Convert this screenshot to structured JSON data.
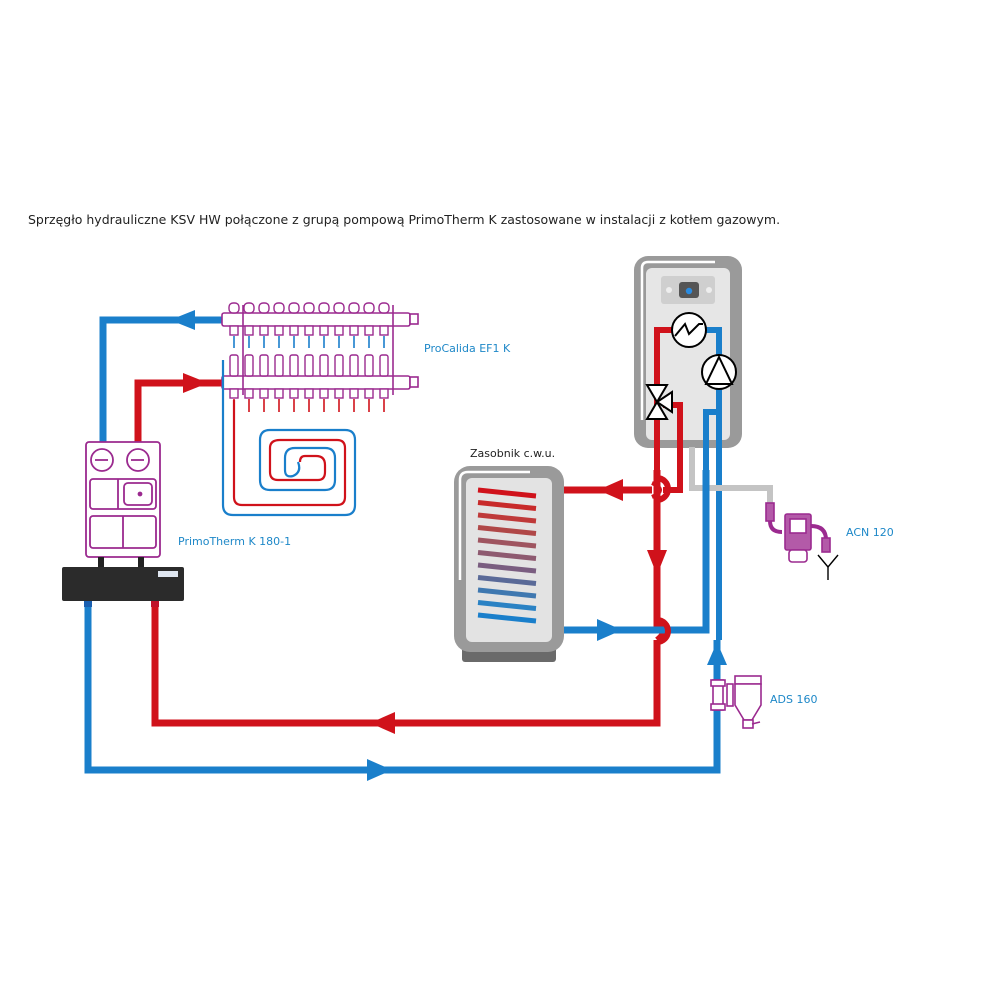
{
  "caption": "Sprzęgło hydrauliczne KSV HW połączone z grupą pompową PrimoTherm K zastosowane w instalacji z kotłem gazowym.",
  "labels": {
    "manifold": "ProCalida EF1 K",
    "pump_group": "PrimoTherm K 180-1",
    "tank": "Zasobnik c.w.u.",
    "acn": "ACN 120",
    "ads": "ADS 160"
  },
  "colors": {
    "supply": "#d0121b",
    "return": "#1a7fcb",
    "device_outline": "#9b2a8f",
    "boiler_grey": "#9a9a9a",
    "label_text": "#1e88c8"
  }
}
